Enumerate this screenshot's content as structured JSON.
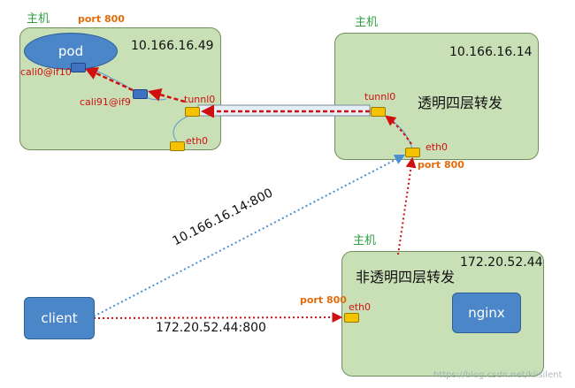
{
  "host_label": "主机",
  "port_800": "port 800",
  "hosts": {
    "top_left": {
      "ip": "10.166.16.49"
    },
    "top_right": {
      "ip": "10.166.16.14",
      "title": "透明四层转发"
    },
    "bottom_right": {
      "ip": "172.20.52.44",
      "title": "非透明四层转发"
    }
  },
  "nodes": {
    "pod": "pod",
    "client": "client",
    "nginx": "nginx"
  },
  "interfaces": {
    "cali0": "cali0@if10",
    "cali91": "cali91@if9",
    "tunl0": "tunnl0",
    "eth0": "eth0"
  },
  "links": {
    "client_to_vip": "10.166.16.14:800",
    "client_to_nginx": "172.20.52.44:800"
  },
  "watermark": "https://blog.csdn.net/kiisilent",
  "colors": {
    "host_box": "#c9e0b6",
    "blue_node": "#4a86c8",
    "port": "#f5c200",
    "red_flow": "#d01010",
    "blue_flow": "#4a8fd0"
  }
}
